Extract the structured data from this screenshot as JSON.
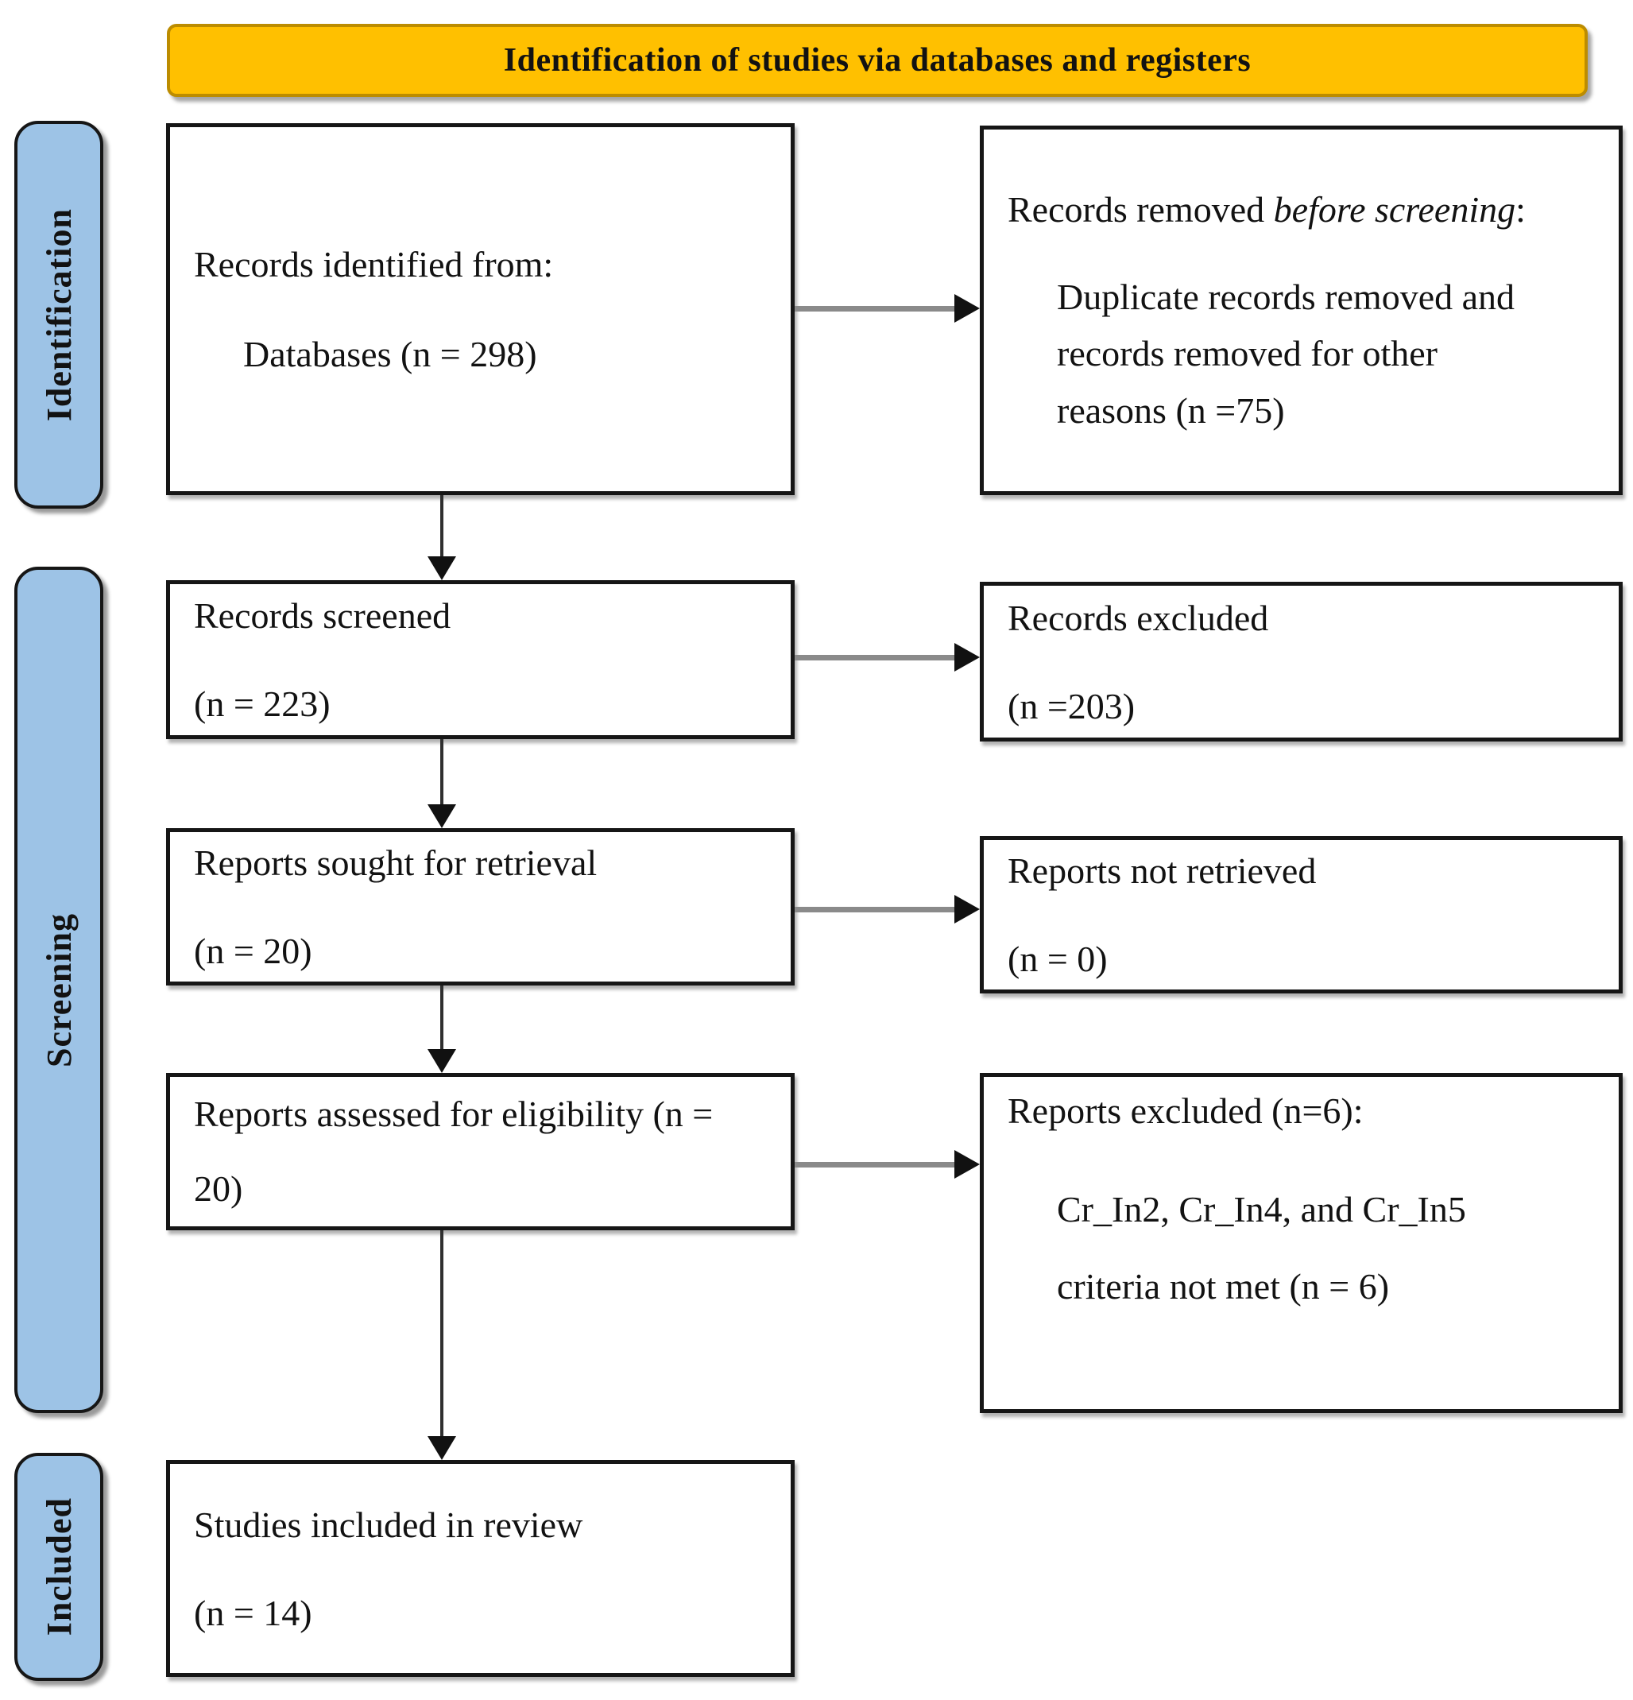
{
  "banner": {
    "title": "Identification of studies via databases and registers"
  },
  "stages": [
    {
      "label": "Identification"
    },
    {
      "label": "Screening"
    },
    {
      "label": "Included"
    }
  ],
  "boxes": {
    "records_identified": {
      "heading": "Records identified from:",
      "detail": "Databases (n = 298)"
    },
    "records_removed": {
      "heading_prefix": "Records removed ",
      "heading_italic": "before screening",
      "heading_suffix": ":",
      "detail": "Duplicate records removed and records removed for other reasons (n =75)"
    },
    "records_screened": {
      "line1": "Records screened",
      "line2": "(n = 223)"
    },
    "records_excluded": {
      "line1": "Records excluded",
      "line2": "(n =203)"
    },
    "reports_sought": {
      "line1": "Reports sought for retrieval",
      "line2": "(n = 20)"
    },
    "reports_not_retrieved": {
      "line1": "Reports not retrieved",
      "line2": "(n = 0)"
    },
    "reports_assessed": {
      "text": "Reports assessed for eligibility (n = 20)"
    },
    "reports_excluded": {
      "heading": "Reports excluded (n=6):",
      "detail": "Cr_In2, Cr_In4, and Cr_In5 criteria not met (n = 6)"
    },
    "studies_included": {
      "line1": "Studies included in review",
      "line2": "(n = 14)"
    }
  },
  "colors": {
    "banner_fill": "#FFC000",
    "banner_border": "#BC8C00",
    "stage_fill": "#9DC3E6",
    "box_border": "#161616",
    "arrow_shaft_gray": "#8A8A8A",
    "arrow_head_black": "#111111"
  }
}
